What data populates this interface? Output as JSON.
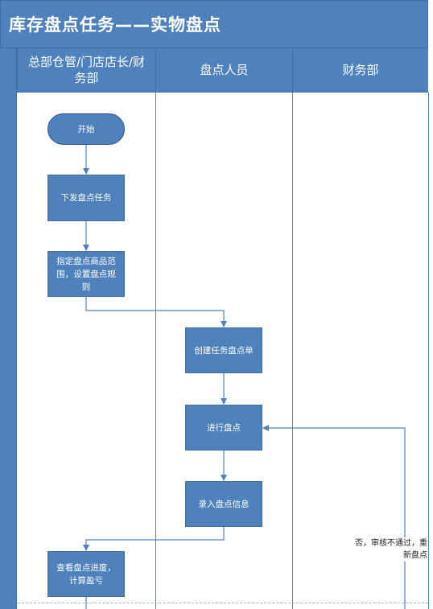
{
  "title": "库存盘点任务——实物盘点",
  "lanes": [
    {
      "label": "总部仓管/门店店长/财务部"
    },
    {
      "label": "盘点人员"
    },
    {
      "label": "财务部"
    }
  ],
  "nodes": {
    "start": "开始",
    "issue_task": "下发盘点任务",
    "specify_scope": "指定盘点商品范围，设置盘点规则",
    "create_sheet": "创建任务盘点单",
    "do_count": "进行盘点",
    "enter_info": "录入盘点信息",
    "check_progress": "查看盘点进度，计算盈亏"
  },
  "edge_labels": {
    "reject_recount": "否，审核不通过，重新盘点"
  },
  "colors": {
    "header": "#4f81bd",
    "node": "#4f81bd",
    "line": "#4f81bd",
    "text_on_blue": "#ffffff"
  }
}
